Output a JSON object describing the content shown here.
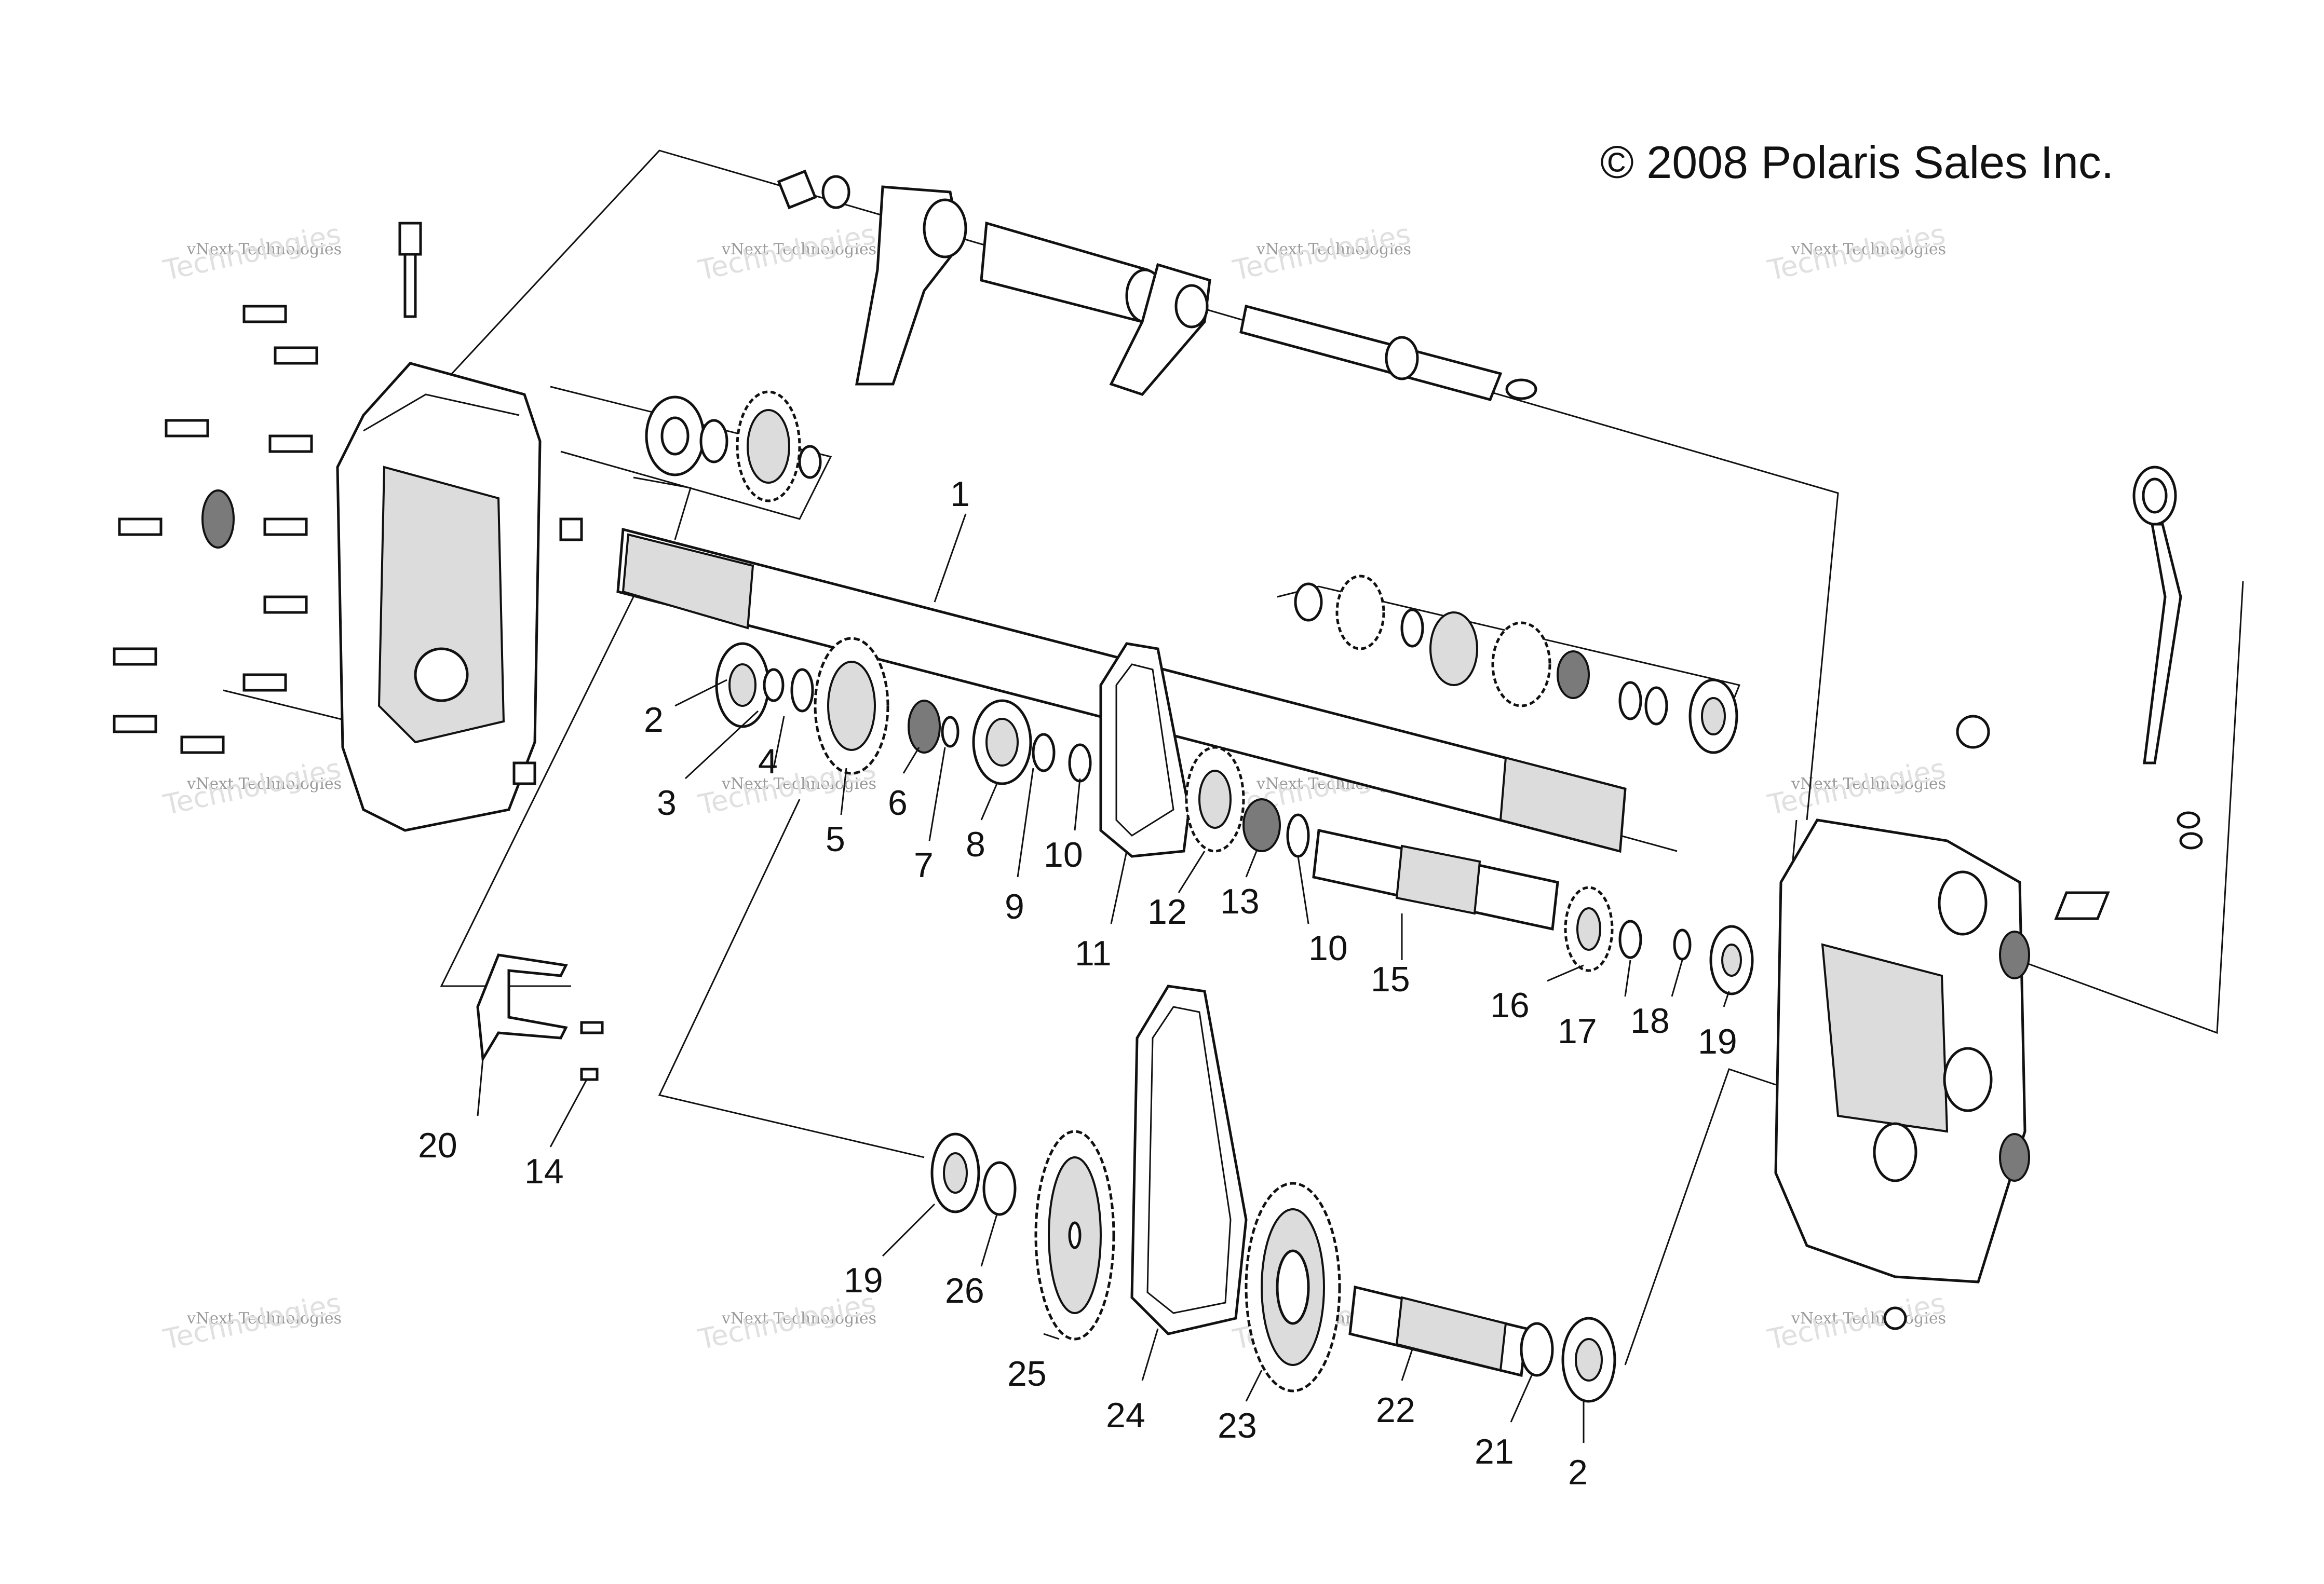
{
  "copyright": "© 2008 Polaris Sales Inc.",
  "watermark": {
    "line1": "vNext",
    "line2": "Technologies",
    "small": "vNext Technologies"
  },
  "callouts": {
    "c1": "1",
    "c2a": "2",
    "c2b": "2",
    "c3": "3",
    "c4": "4",
    "c5": "5",
    "c6": "6",
    "c7": "7",
    "c8": "8",
    "c9": "9",
    "c10a": "10",
    "c10b": "10",
    "c11": "11",
    "c12": "12",
    "c13": "13",
    "c14": "14",
    "c15": "15",
    "c16": "16",
    "c17": "17",
    "c18": "18",
    "c19a": "19",
    "c19b": "19",
    "c20": "20",
    "c21": "21",
    "c22": "22",
    "c23": "23",
    "c24": "24",
    "c25": "25",
    "c26": "26"
  },
  "colors": {
    "line": "#111111",
    "fill": "#ffffff",
    "shade": "#dcdcdc",
    "watermark": "#9a9a9a"
  }
}
